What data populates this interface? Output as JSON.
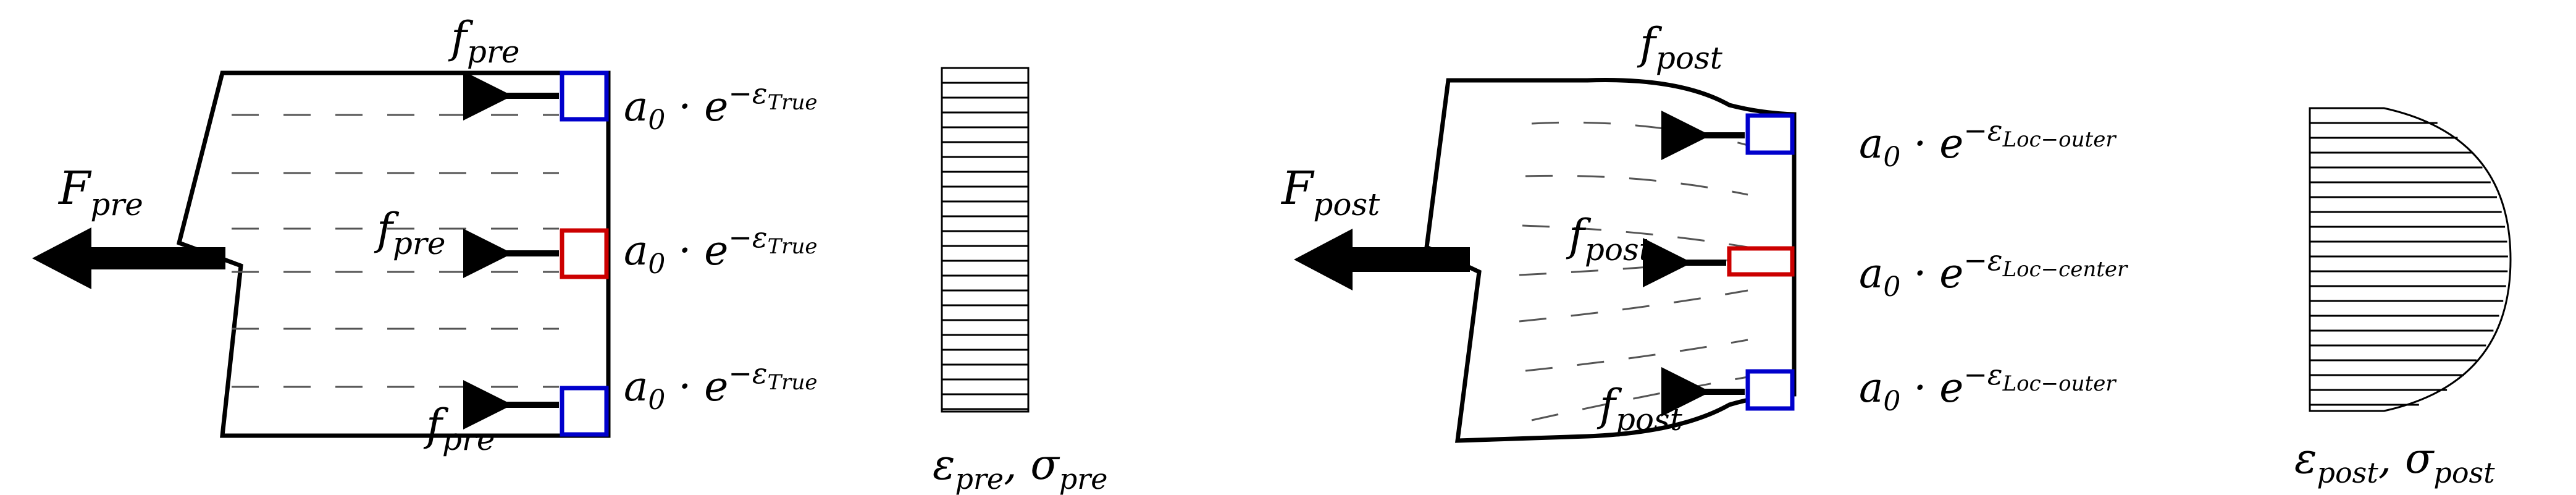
{
  "colors": {
    "ink": "#000000",
    "outer_element": "#0000cc",
    "center_element": "#cc0000",
    "background": "#ffffff"
  },
  "pre": {
    "force": {
      "base": "F",
      "sub": "pre"
    },
    "local_force": {
      "base": "f",
      "sub": "pre"
    },
    "element_label": {
      "base": "a",
      "base_sub": "0",
      "mid": " · e",
      "exp_base": "−ε",
      "exp_sub": "True"
    },
    "stress_label": {
      "a": "ε",
      "a_sub": "pre",
      "sep": ", ",
      "b": "σ",
      "b_sub": "pre"
    }
  },
  "post": {
    "force": {
      "base": "F",
      "sub": "post"
    },
    "local_force": {
      "base": "f",
      "sub": "post"
    },
    "element_label_outer": {
      "base": "a",
      "base_sub": "0",
      "mid": " · e",
      "exp_base": "−ε",
      "exp_sub": "Loc−outer"
    },
    "element_label_center": {
      "base": "a",
      "base_sub": "0",
      "mid": " · e",
      "exp_base": "−ε",
      "exp_sub": "Loc−center"
    },
    "stress_label": {
      "a": "ε",
      "a_sub": "post",
      "sep": ", ",
      "b": "σ",
      "b_sub": "post"
    }
  }
}
